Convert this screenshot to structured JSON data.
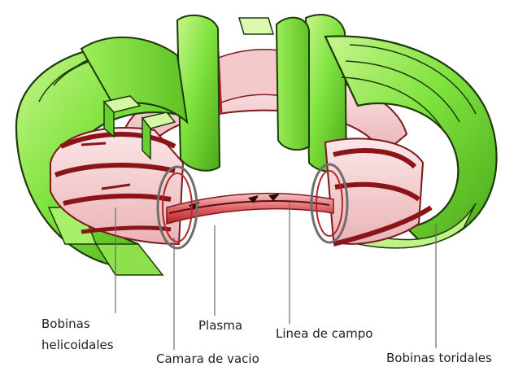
{
  "labels": {
    "bobinas_helicoidales_line1": "Bobinas",
    "bobinas_helicoidales_line2": "helicoidales",
    "camara_de_vacio": "Camara de vacio",
    "plasma": "Plasma",
    "linea_de_campo": "Linea de campo",
    "bobinas_toridales": "Bobinas toridales"
  },
  "colors": {
    "coil_green": "#7be23a",
    "coil_green_light": "#c6f48a",
    "coil_green_dark": "#3f9a14",
    "plasma_red": "#d0262a",
    "chamber_pink": "#f6d6d8",
    "chamber_dark": "#8a1418",
    "leader_line": "#6b6b6b"
  }
}
